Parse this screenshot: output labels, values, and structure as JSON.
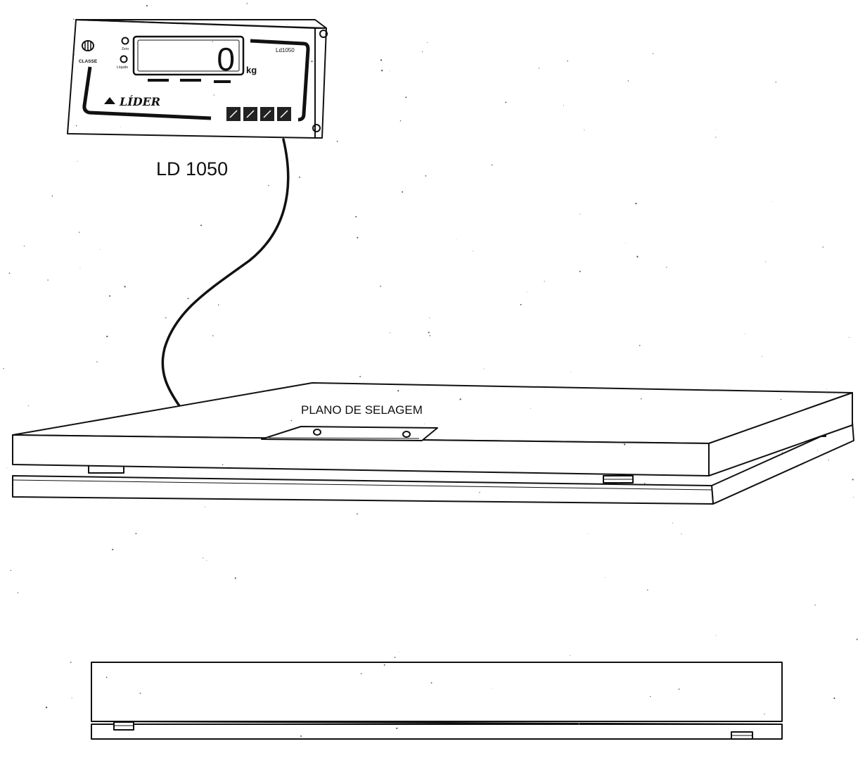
{
  "indicator": {
    "model_label": "LD 1050",
    "panel_model": "Ld1050",
    "brand": "LÍDER",
    "display_value": "0",
    "unit": "kg",
    "class_label": "CLASSE",
    "zero_label": "Zero",
    "stable_label": "Líquido",
    "key_count": 4
  },
  "platform": {
    "seal_plane_label": "PLANO DE SELAGEM"
  },
  "colors": {
    "line": "#111111",
    "key_fill": "#222222",
    "paper": "#ffffff"
  }
}
